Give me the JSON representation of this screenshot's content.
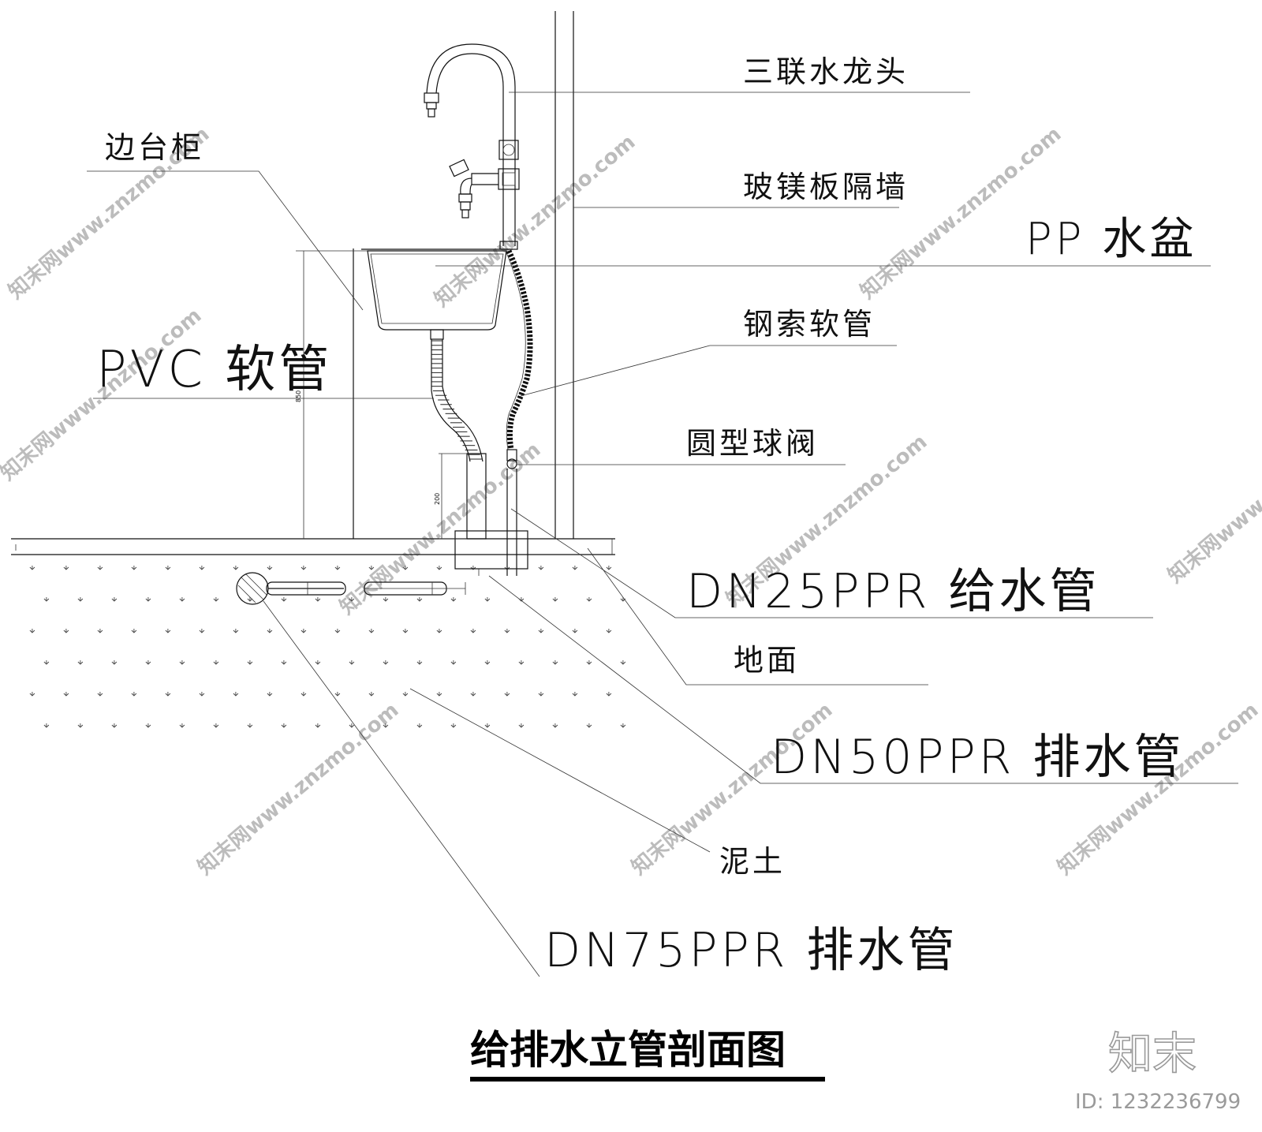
{
  "labels": {
    "faucet": "三联水龙头",
    "partition_wall": "玻镁板隔墙",
    "basin": "PP 水盆",
    "steel_hose": "钢索软管",
    "ball_valve": "圆型球阀",
    "side_cabinet": "边台柜",
    "pvc_hose": "PVC 软管",
    "dn25": "DN25PPR 给水管",
    "ground": "地面",
    "dn50": "DN50PPR 排水管",
    "soil": "泥土",
    "dn75": "DN75PPR 排水管"
  },
  "dimensions": {
    "cabinet_height": "850",
    "pipe_height": "200"
  },
  "title": "给排水立管剖面图",
  "brand": "知末",
  "id_text": "ID: 1232236799",
  "watermark": "知末网www.znzmo.com"
}
